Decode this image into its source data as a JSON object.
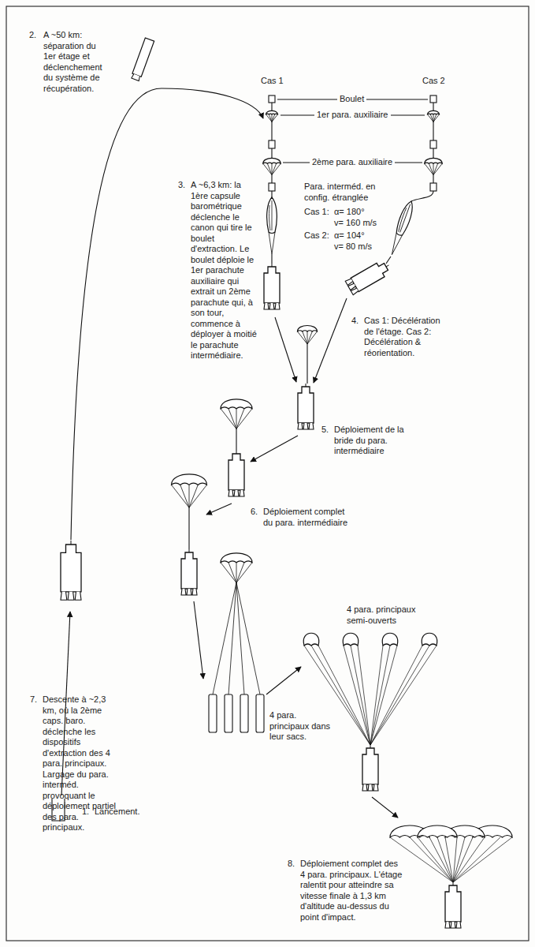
{
  "diagram": {
    "labels": [
      "2.",
      "A ~50 km: séparation du 1er étage et déclenchement du système de récupération.",
      "Cas 1",
      "Cas 2",
      "Boulet",
      "1er para. auxiliaire",
      "2ème para. auxiliaire",
      "Para. interméd. en config. étranglée",
      "Cas 1:",
      "α= 180°",
      "v= 160 m/s",
      "Cas 2:",
      "α= 104°",
      "v= 80 m/s",
      "3.",
      "A ~6,3 km: la 1ère capsule barométrique déclenche le canon qui tire le boulet d'extraction. Le boulet déploie le 1er parachute auxiliaire qui extrait un 2ème parachute qui, à son tour, commence à déployer à moitié le parachute intermédiaire.",
      "4.",
      "Cas 1: Décélération de l'étage. Cas 2: Décélération & réorientation.",
      "5.",
      "Déploiement de la bride du para. intermédiaire",
      "6.",
      "Déploiement complet du para. intermédiaire",
      "1.",
      "Lancement.",
      "7.",
      "Descente à ~2,3 km, où la 2ème caps. baro. déclenche les dispositifs d'extraction des 4 para. principaux. Largage du para. interméd. provoquant le déploiement partiel des para. principaux.",
      "4 para. principaux dans leur sacs.",
      "4 para. principaux semi-ouverts",
      "8.",
      "Déploiement complet des 4 para. principaux. L'étage ralentit pour atteindre sa vitesse finale à 1,3 km d'altitude au-dessus du point d'impact."
    ]
  }
}
